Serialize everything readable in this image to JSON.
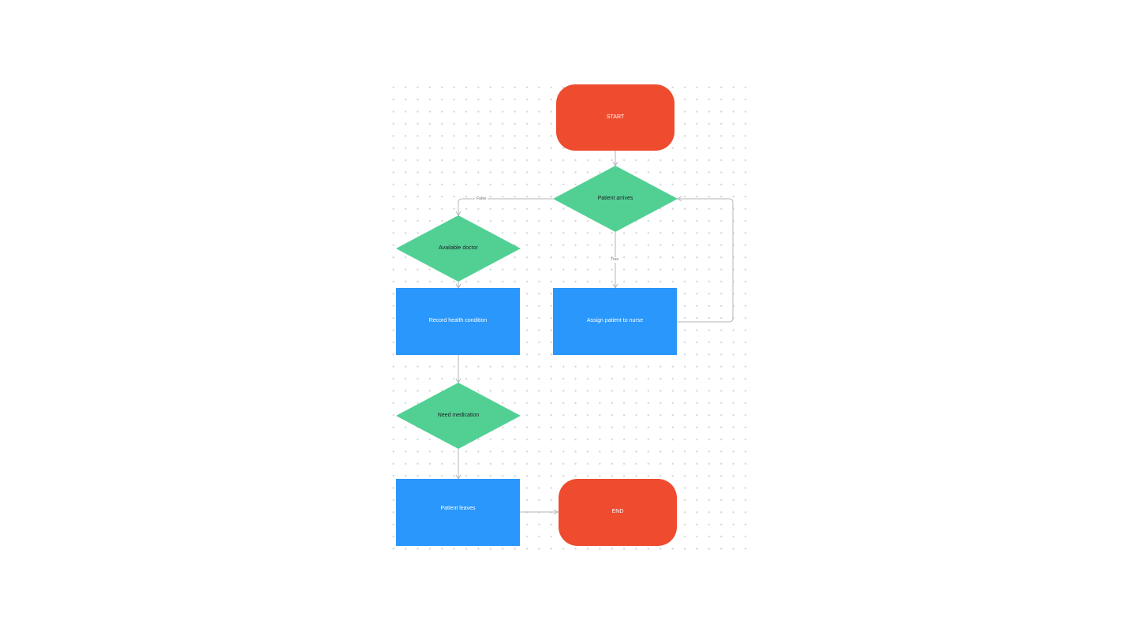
{
  "flowchart": {
    "nodes": {
      "start": "START",
      "patient_arrives": "Patient arrives",
      "available_doctor": "Available doctor",
      "assign_patient_to_nurse": "Assign patient to nurse",
      "record_health_condition": "Record health condition",
      "need_medication": "Need medication",
      "patient_leaves": "Patient leaves",
      "end": "END"
    },
    "edge_labels": {
      "false": "False",
      "true": "True"
    }
  },
  "colors": {
    "terminal": "#ee4b2f",
    "decision": "#52d094",
    "process": "#2997fb",
    "connector": "#b3b6bb"
  }
}
